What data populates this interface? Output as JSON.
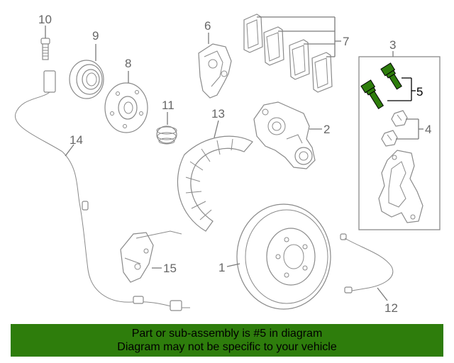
{
  "labels": {
    "p1": "1",
    "p2": "2",
    "p3": "3",
    "p4": "4",
    "p5": "5",
    "p6": "6",
    "p7": "7",
    "p8": "8",
    "p9": "9",
    "p10": "10",
    "p11": "11",
    "p12": "12",
    "p13": "13",
    "p14": "14",
    "p15": "15"
  },
  "highlight_part": "5",
  "colors": {
    "highlight": "#2e7d0c",
    "banner": "#2e7d0c",
    "line": "#7a7a7a"
  },
  "banner": {
    "line1": "Part or sub-assembly is #5 in diagram",
    "line2": "Diagram may not be specific to your vehicle"
  }
}
